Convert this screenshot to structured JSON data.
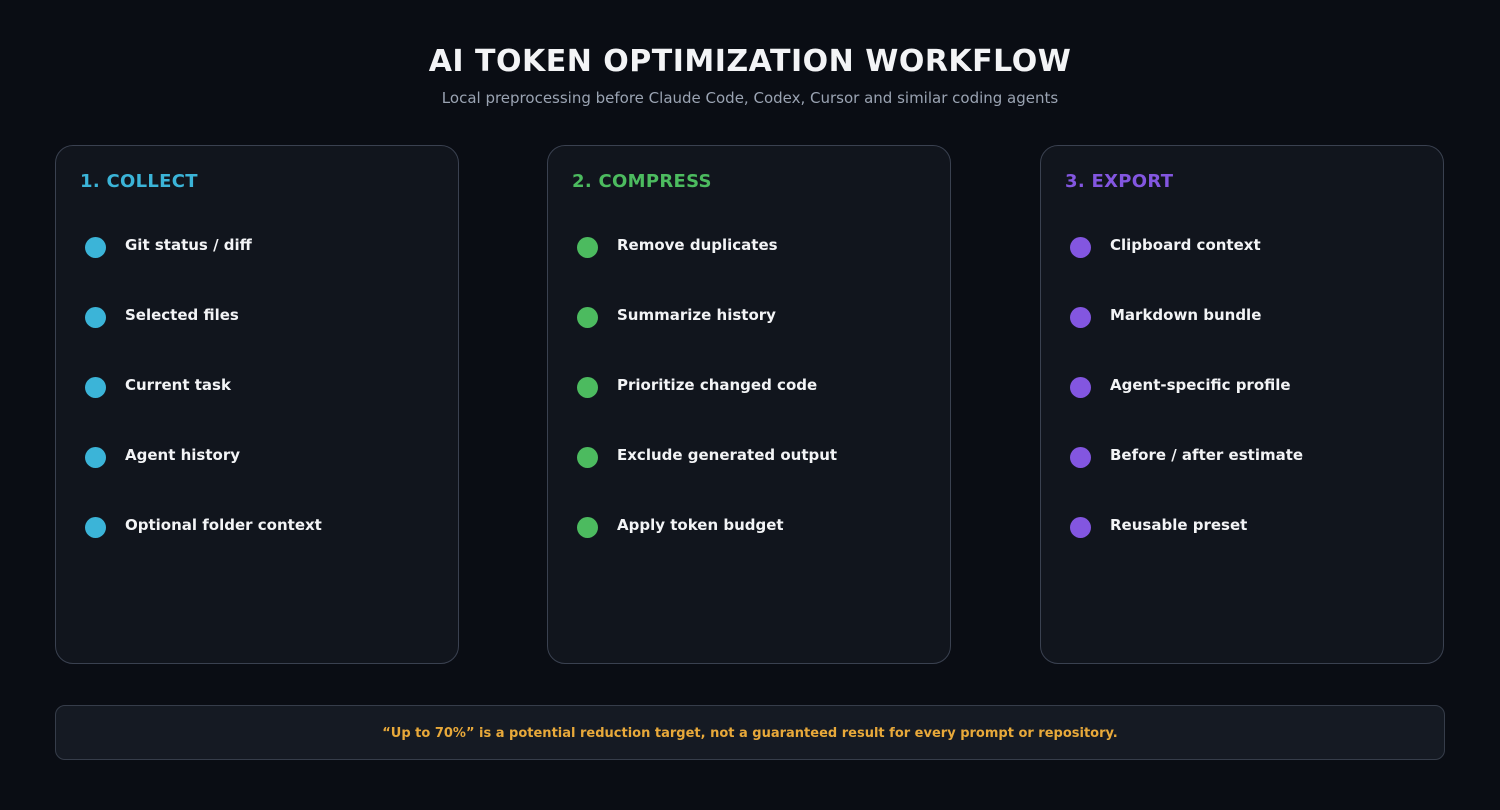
{
  "header": {
    "title": "AI TOKEN OPTIMIZATION WORKFLOW",
    "subtitle": "Local preprocessing before Claude Code, Codex, Cursor and similar coding agents"
  },
  "panels": [
    {
      "heading": "1. COLLECT",
      "accent_color": "#3bb4d8",
      "items": [
        "Git status / diff",
        "Selected files",
        "Current task",
        "Agent history",
        "Optional folder context"
      ]
    },
    {
      "heading": "2. COMPRESS",
      "accent_color": "#4cbb5f",
      "items": [
        "Remove duplicates",
        "Summarize history",
        "Prioritize changed code",
        "Exclude generated output",
        "Apply token budget"
      ]
    },
    {
      "heading": "3. EXPORT",
      "accent_color": "#8356e0",
      "items": [
        "Clipboard context",
        "Markdown bundle",
        "Agent-specific profile",
        "Before / after estimate",
        "Reusable preset"
      ]
    }
  ],
  "footer": {
    "note": "“Up to 70%” is a potential reduction target, not a guaranteed result for every prompt or repository.",
    "color": "#e8a93a"
  },
  "colors": {
    "background": "#0a0d14",
    "panel": "#11151d",
    "panel_border": "#3a4150"
  }
}
